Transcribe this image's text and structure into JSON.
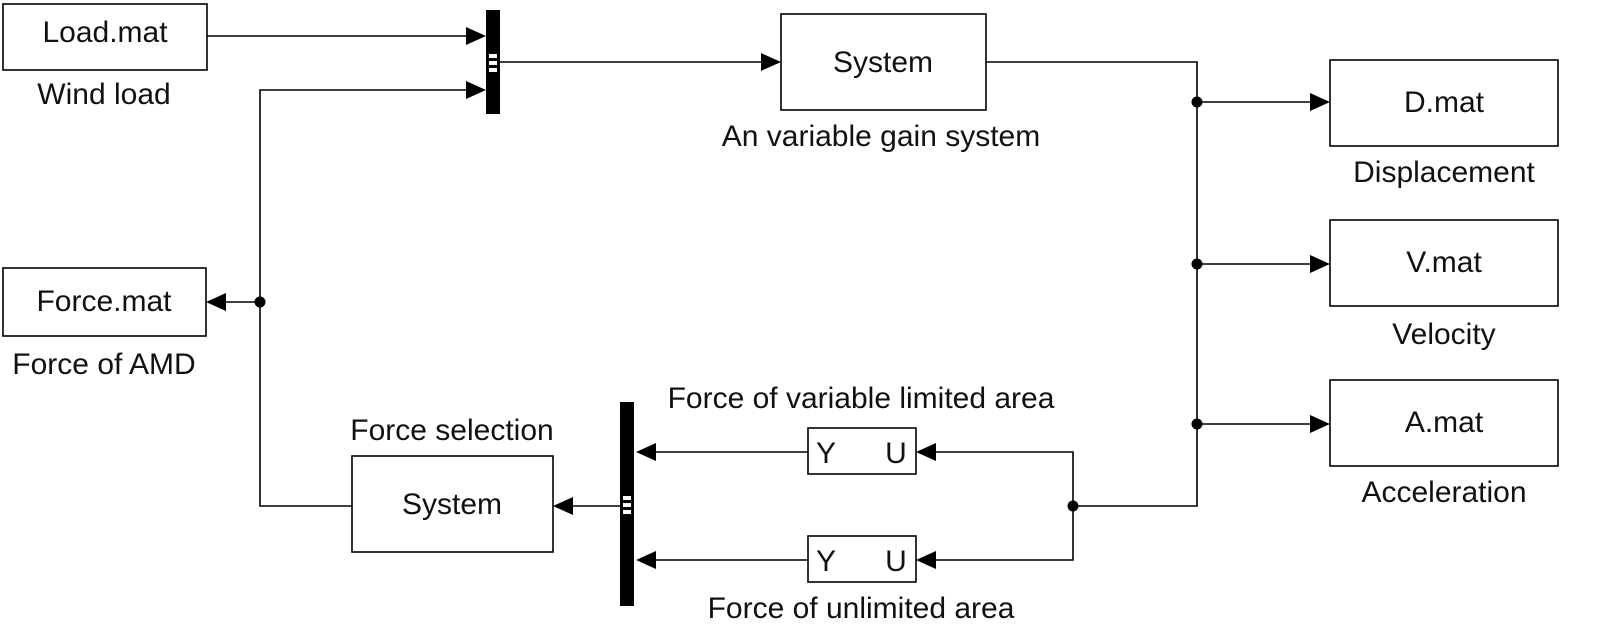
{
  "blocks": {
    "load_mat": "Load.mat",
    "force_mat": "Force.mat",
    "system_top": "System",
    "system_bottom": "System",
    "d_mat": "D.mat",
    "v_mat": "V.mat",
    "a_mat": "A.mat",
    "lookup_top_y": "Y",
    "lookup_top_u": "U",
    "lookup_bottom_y": "Y",
    "lookup_bottom_u": "U"
  },
  "labels": {
    "wind_load": "Wind load",
    "force_of_amd": "Force of AMD",
    "variable_gain_system": "An variable gain system",
    "force_selection": "Force selection",
    "force_variable_limited": "Force of variable limited area",
    "force_unlimited": "Force of unlimited area",
    "displacement": "Displacement",
    "velocity": "Velocity",
    "acceleration": "Acceleration"
  }
}
